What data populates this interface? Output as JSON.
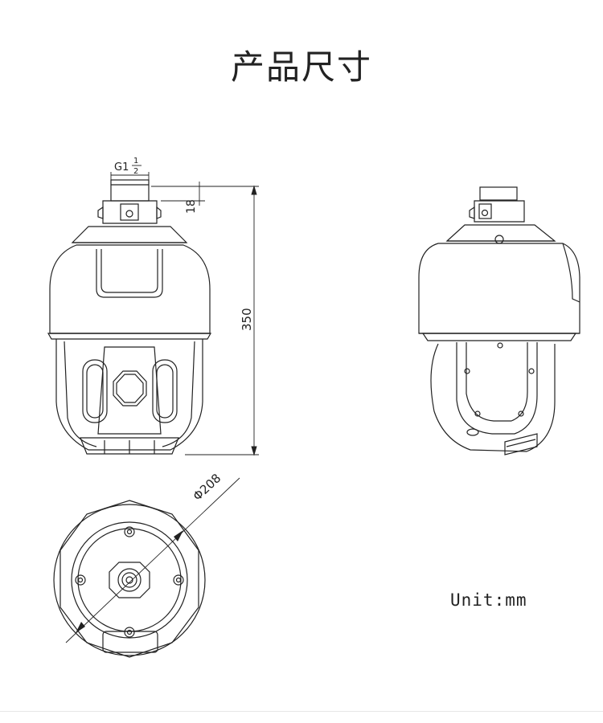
{
  "title": "产品尺寸",
  "dimensions": {
    "thread": {
      "prefix": "G1",
      "numerator": "1",
      "denominator": "2"
    },
    "mount_height": "18",
    "total_height": "350",
    "diameter": "Φ208"
  },
  "unit": "Unit:mm",
  "colors": {
    "line": "#222222",
    "background": "#ffffff"
  }
}
